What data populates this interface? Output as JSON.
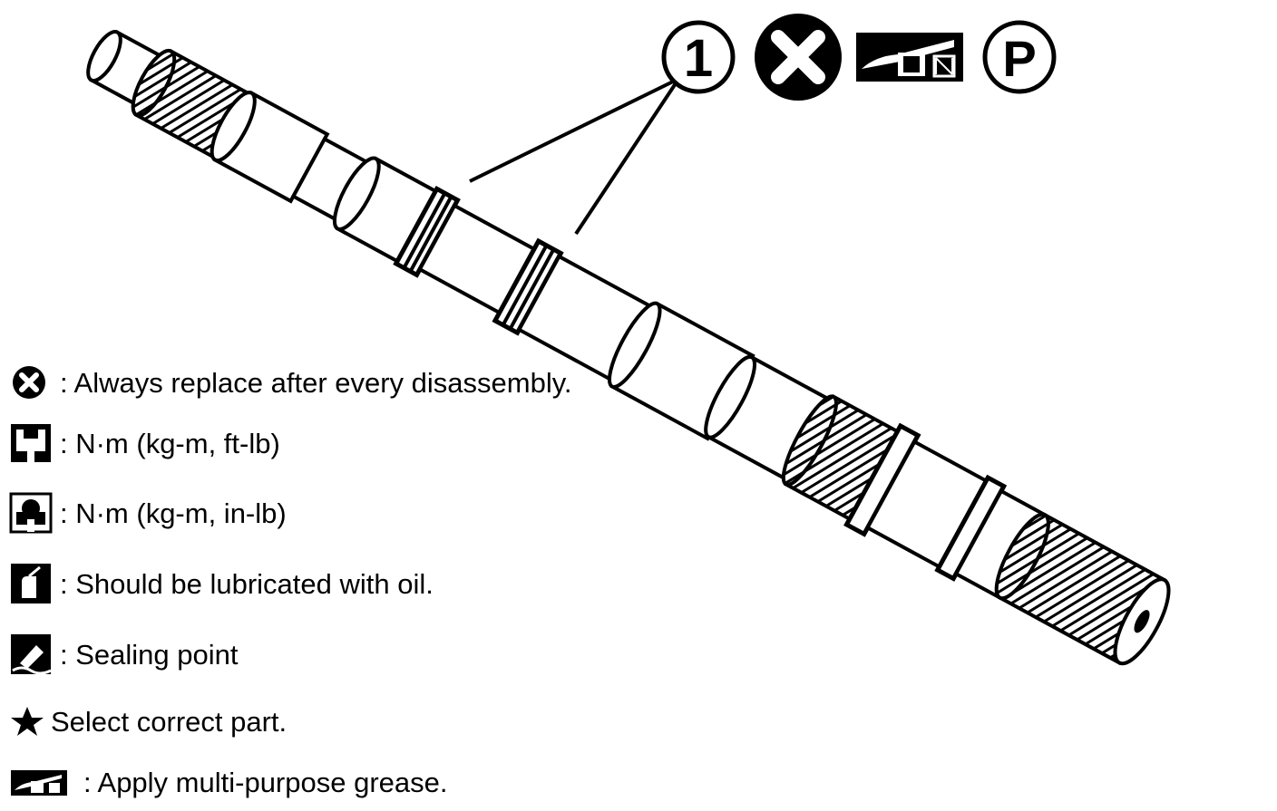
{
  "callout": {
    "number": "1",
    "symbols": [
      "replace-always-icon",
      "multi-purpose-grease-icon",
      "p-grease-icon"
    ],
    "p_label": "P"
  },
  "legend": [
    {
      "icon": "replace-always-icon",
      "text": ": Always replace after every disassembly."
    },
    {
      "icon": "torque-wrench-ft-lb-icon",
      "text": ": N·m (kg-m, ft-lb)"
    },
    {
      "icon": "torque-wrench-in-lb-icon",
      "text": ": N·m (kg-m, in-lb)"
    },
    {
      "icon": "oil-can-icon",
      "text": ": Should be lubricated with oil."
    },
    {
      "icon": "sealing-point-icon",
      "text": ": Sealing point"
    },
    {
      "icon": "star-icon",
      "text": "Select correct part."
    },
    {
      "icon": "multi-purpose-grease-icon",
      "text": ": Apply multi-purpose grease."
    }
  ],
  "colors": {
    "ink": "#000000",
    "paper": "#ffffff"
  }
}
